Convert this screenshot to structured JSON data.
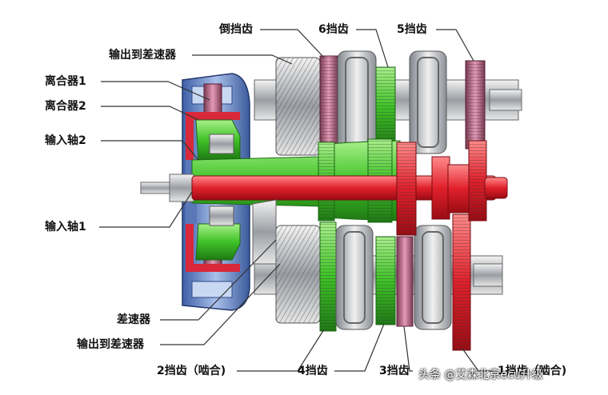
{
  "labels": {
    "reverse_gear": "倒挡齿",
    "gear6": "6挡齿",
    "gear5": "5挡齿",
    "output_to_diff_top": "输出到差速器",
    "clutch1": "离合器1",
    "clutch2": "离合器2",
    "input_shaft2": "输入轴2",
    "input_shaft1": "输入轴1",
    "differential": "差速器",
    "output_to_diff_bottom": "输出到差速器",
    "gear2": "2挡齿（啮合)",
    "gear4": "4挡齿",
    "gear3": "3挡齿",
    "gear1": "1挡齿（啮合)"
  },
  "watermark": "头条 @艾森北京ecu升级"
}
